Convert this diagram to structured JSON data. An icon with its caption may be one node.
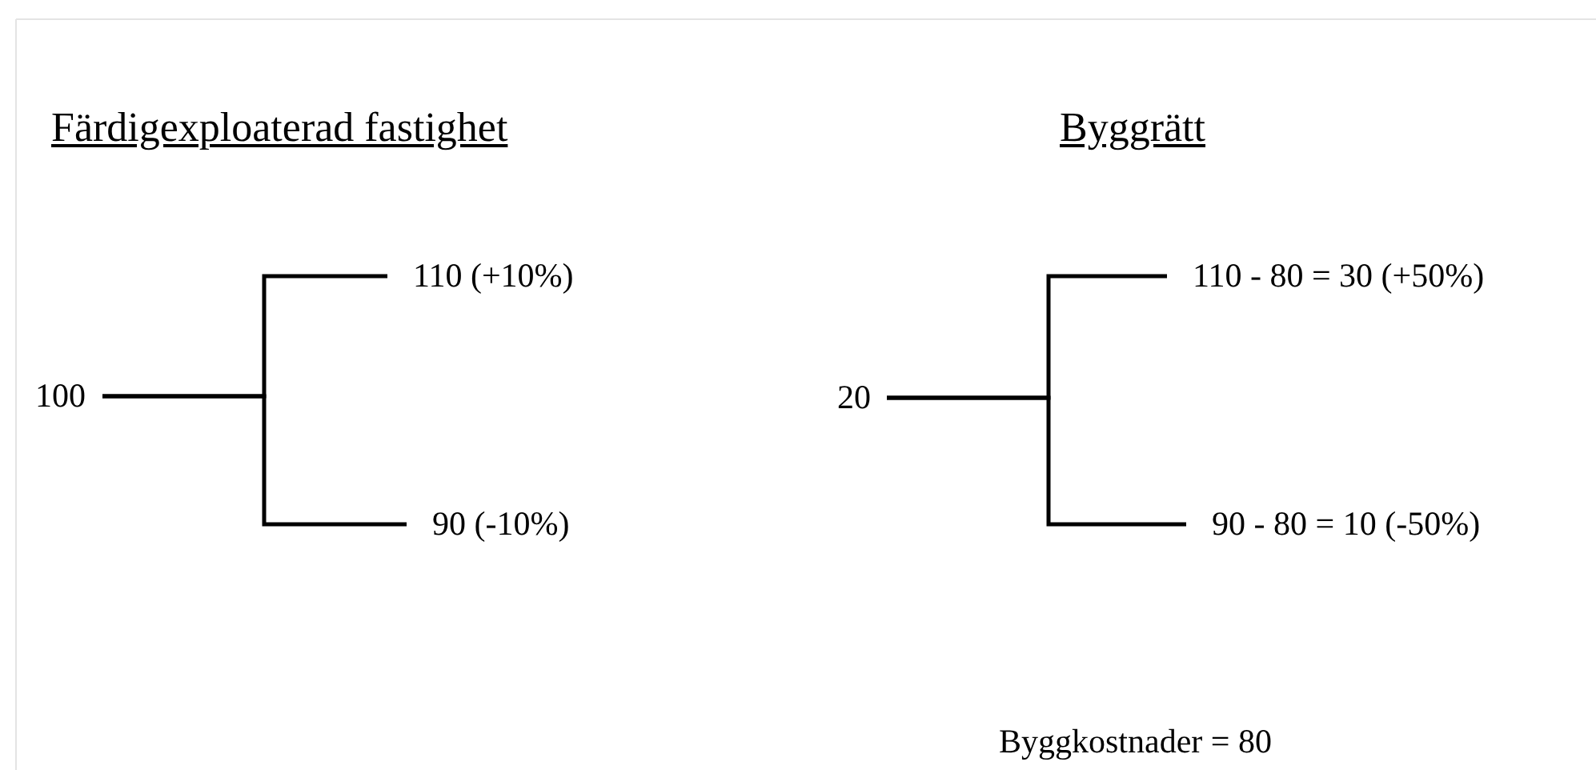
{
  "diagram": {
    "nodes": [
      {
        "text": [
          "100"
        ]
      },
      {
        "text": [
          "110 (+10%)"
        ]
      },
      {
        "text": [
          "90 (-10%)"
        ]
      },
      {
        "text": [
          "20"
        ]
      },
      {
        "text": [
          "110 - 80 = 30 (+50%)"
        ]
      },
      {
        "text": [
          "90 - 80 = 10 (-50%)"
        ]
      }
    ],
    "edges": [
      {
        "from": 0,
        "to": 1,
        "arrow": "none"
      },
      {
        "from": 0,
        "to": 2,
        "arrow": "none"
      },
      {
        "from": 3,
        "to": 4,
        "arrow": "none"
      },
      {
        "from": 3,
        "to": 5,
        "arrow": "none"
      }
    ],
    "labels": [
      "Färdigexploaterad fastighet",
      "Byggrätt",
      "Byggkostnader = 80"
    ]
  }
}
